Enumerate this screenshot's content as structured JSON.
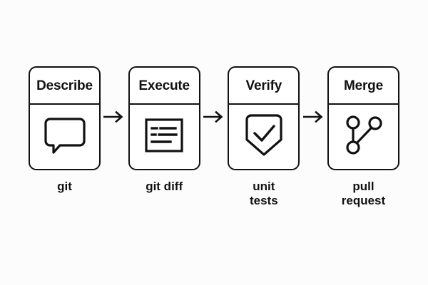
{
  "diagram": {
    "title_present": false,
    "background_color": "#fcfcfc",
    "line_color": "#111111",
    "card_fill": "#ffffff",
    "steps": [
      {
        "header": "Describe",
        "icon": "speech-bubble-icon",
        "caption": "git"
      },
      {
        "header": "Execute",
        "icon": "document-lines-icon",
        "caption": "git diff"
      },
      {
        "header": "Verify",
        "icon": "shield-check-icon",
        "caption": "unit\ntests"
      },
      {
        "header": "Merge",
        "icon": "git-branch-merge-icon",
        "caption": "pull\nrequest"
      }
    ],
    "connectors": [
      {
        "name": "arrow-right-icon"
      },
      {
        "name": "arrow-right-icon"
      },
      {
        "name": "arrow-right-icon"
      }
    ]
  }
}
